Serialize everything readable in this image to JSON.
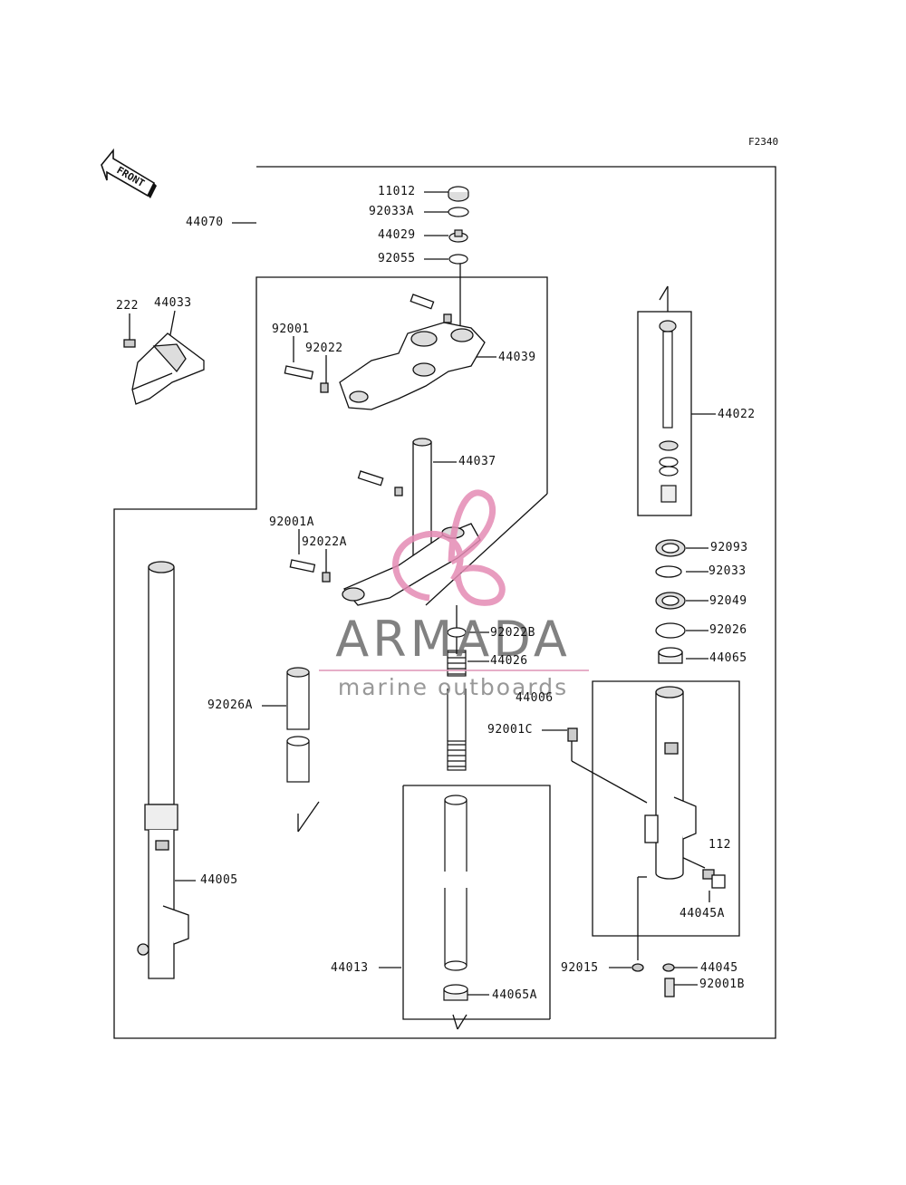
{
  "figure_id": "F2340",
  "arrow_text": "FRONT",
  "watermark": {
    "title": "ARMADA",
    "subtitle": "marine outboards",
    "accent_color": "#e58bb4",
    "text_color": "#707070"
  },
  "labels": {
    "p11012": "11012",
    "p92033A": "92033A",
    "p44029": "44029",
    "p92055": "92055",
    "p44070": "44070",
    "p222": "222",
    "p44033": "44033",
    "p92001": "92001",
    "p92022": "92022",
    "p44039": "44039",
    "p44022": "44022",
    "p44037": "44037",
    "p92001A": "92001A",
    "p92022A": "92022A",
    "p92093": "92093",
    "p92033": "92033",
    "p92049": "92049",
    "p92026": "92026",
    "p44065": "44065",
    "p92022B": "92022B",
    "p44026": "44026",
    "p44006": "44006",
    "p92026A": "92026A",
    "p92001C": "92001C",
    "p112": "112",
    "p44005": "44005",
    "p44045A": "44045A",
    "p44013": "44013",
    "p92015": "92015",
    "p44045": "44045",
    "p92001B": "92001B",
    "p44065A": "44065A"
  }
}
